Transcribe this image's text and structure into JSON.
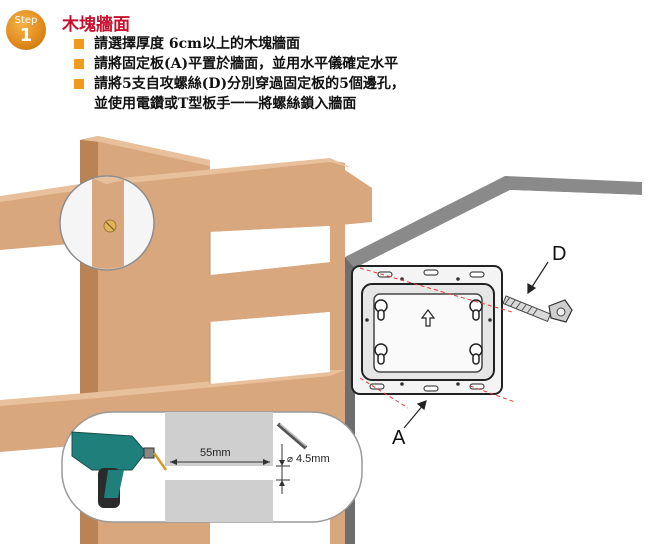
{
  "step": {
    "word": "Step",
    "number": "1"
  },
  "title": "木塊牆面",
  "instructions": [
    {
      "text": "請選擇厚度  6cm以上的木塊牆面"
    },
    {
      "text": "請將固定板(A)平置於牆面，並用水平儀確定水平"
    },
    {
      "text": "請將5支自攻螺絲(D)分別穿過固定板的5個邊孔，",
      "text2": "並使用電鑽或T型板手一一將螺絲鎖入牆面"
    }
  ],
  "labels": {
    "plate": "A",
    "screw": "D",
    "depth": "55mm",
    "diameter": "4.5mm",
    "diameter_symbol": "⌀"
  },
  "colors": {
    "wood": "#d8a77d",
    "wood_light": "#e8c19c",
    "wood_dark": "#b98356",
    "accent": "#f29a1e",
    "title": "#c8102e",
    "guide_line": "#e23b3b"
  },
  "icons": [
    "drill-icon",
    "drill-bit-icon",
    "screw-icon",
    "mounting-plate-icon"
  ]
}
